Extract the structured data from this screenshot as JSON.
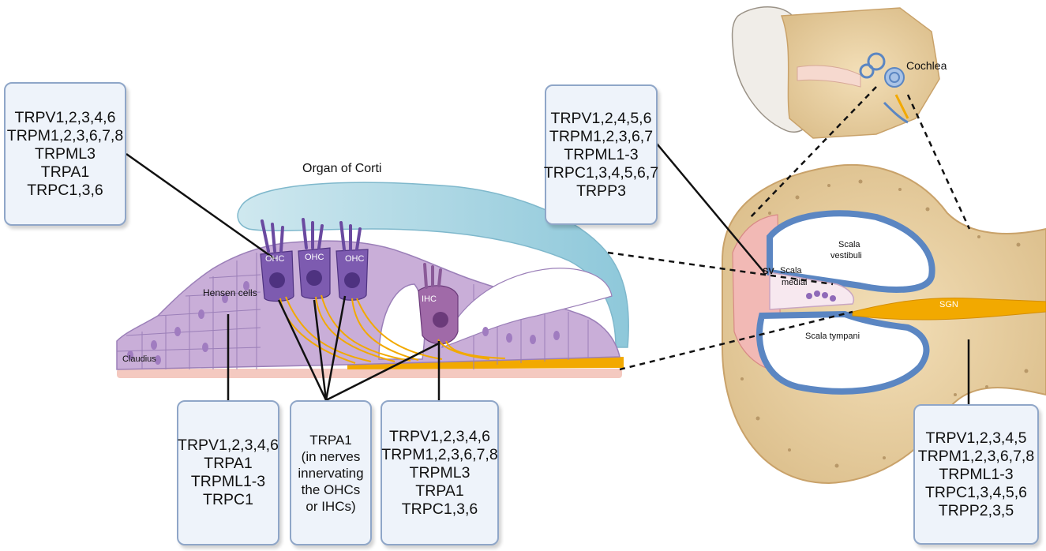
{
  "diagram": {
    "organ_title": "Organ of Corti",
    "cochlea_label": "Cochlea",
    "cell_labels": {
      "ohc": "OHC",
      "ihc": "IHC",
      "hensen": "Hensen cells",
      "claudius": "Claudius"
    },
    "cochlea_labels": {
      "sv": "SV",
      "scala_vestibuli_1": "Scala",
      "scala_vestibuli_2": "vestibuli",
      "scala_media_1": "Scala",
      "scala_media_2": "mediai",
      "scala_tympani": "Scala tympani",
      "sgn": "SGN"
    },
    "boxes": {
      "ohc_box": [
        "TRPV1,2,3,4,6",
        "TRPM1,2,3,6,7,8",
        "TRPML3",
        "TRPA1",
        "TRPC1,3,6"
      ],
      "stria_box": [
        "TRPV1,2,4,5,6",
        "TRPM1,2,3,6,7",
        "TRPML1-3",
        "TRPC1,3,4,5,6,7",
        "TRPP3"
      ],
      "hensen_box": [
        "TRPV1,2,3,4,6",
        "TRPA1",
        "TRPML1-3",
        "TRPC1"
      ],
      "nerve_box": [
        "TRPA1",
        "(in nerves",
        "innervating",
        "the OHCs",
        "or IHCs)"
      ],
      "ihc_box": [
        "TRPV1,2,3,4,6",
        "TRPM1,2,3,6,7,8",
        "TRPML3",
        "TRPA1",
        "TRPC1,3,6"
      ],
      "sgn_box": [
        "TRPV1,2,3,4,5",
        "TRPM1,2,3,6,7,8",
        "TRPML1-3",
        "TRPC1,3,4,5,6",
        "TRPP2,3,5"
      ]
    },
    "colors": {
      "box_fill": "#eef3fa",
      "box_border": "#8fa6c8",
      "cell_purple": "#c9aed8",
      "hair_cell": "#7d5bb0",
      "nerve": "#f2a900",
      "tectorial": "#bfe0ea",
      "bone": "#e8cfa0",
      "scala_blue": "#5b86c2"
    }
  }
}
